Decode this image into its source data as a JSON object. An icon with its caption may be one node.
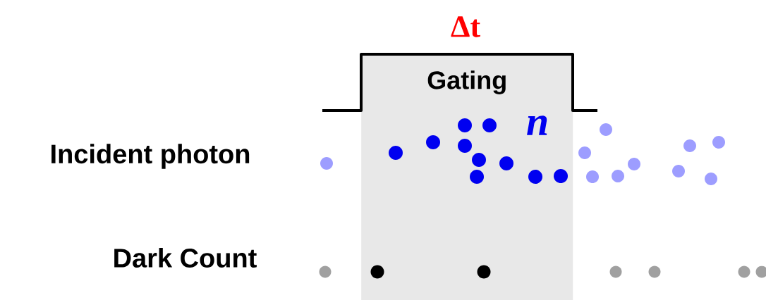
{
  "diagram": {
    "nodes": [
      {
        "text": [
          "Gating"
        ]
      }
    ],
    "labels": [
      "Δt",
      "n",
      "Incident photon",
      "Dark Count"
    ]
  }
}
